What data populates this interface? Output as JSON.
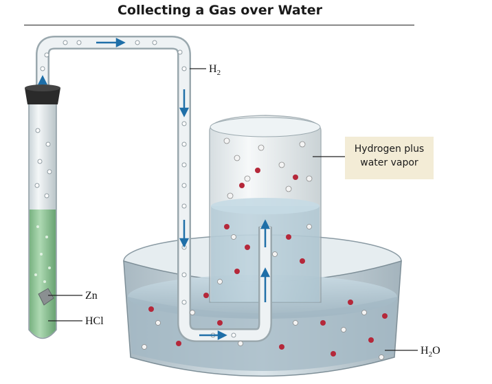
{
  "title": "Collecting a Gas over Water",
  "labels": {
    "h2": {
      "base": "H",
      "sub": "2"
    },
    "callout_line1": "Hydrogen plus",
    "callout_line2": "water vapor",
    "zn": "Zn",
    "hcl": "HCl",
    "h2o": {
      "pre": "H",
      "sub": "2",
      "post": "O"
    }
  },
  "colors": {
    "tube_glass": "#dfe6e8",
    "acid_green": "#7fbf86",
    "water": "#b8ccd6",
    "stopper": "#2a2a2a",
    "arrow": "#1f6fa8",
    "molecule_red": "#b5283a",
    "molecule_white": "#f4f4f4",
    "callout_bg": "#f3ecd6"
  }
}
